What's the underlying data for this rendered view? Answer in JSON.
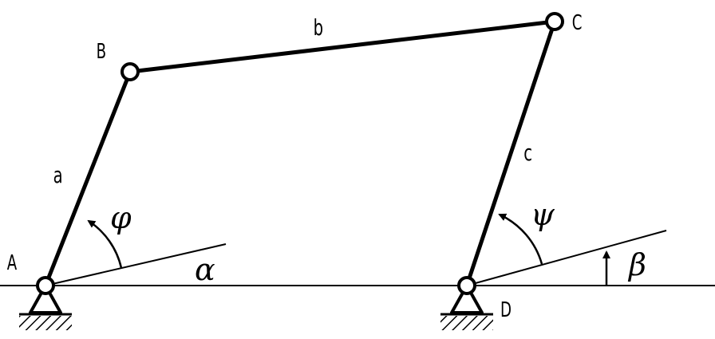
{
  "points": {
    "A": "A",
    "B": "B",
    "C": "C",
    "D": "D"
  },
  "links": {
    "a": "a",
    "b": "b",
    "c": "c"
  },
  "angles": {
    "phi": "φ",
    "psi": "ψ",
    "alpha": "α",
    "beta": "β"
  }
}
